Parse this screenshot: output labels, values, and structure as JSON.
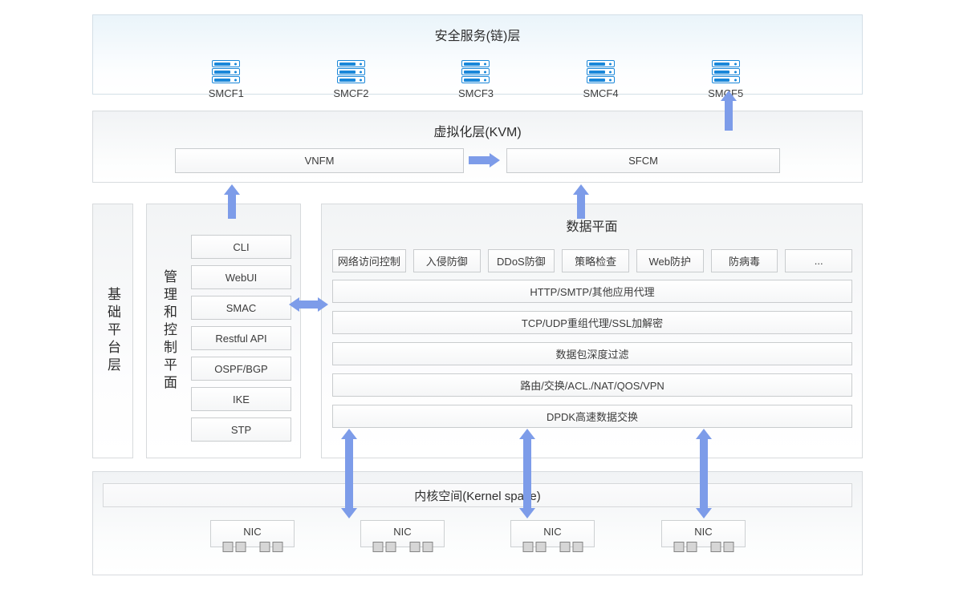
{
  "colors": {
    "arrow_blue": "#7d9ce9",
    "server_icon_blue": "#1a87d9"
  },
  "security_layer": {
    "title": "安全服务(链)层",
    "servers": [
      "SMCF1",
      "SMCF2",
      "SMCF3",
      "SMCF4",
      "SMCF5"
    ]
  },
  "virtualization_layer": {
    "title": "虚拟化层(KVM)",
    "vnfm": "VNFM",
    "sfcm": "SFCM"
  },
  "base_platform_layer": {
    "label": "基础平台层"
  },
  "management_control_plane": {
    "label": "管理和控制平面",
    "modules": [
      "CLI",
      "WebUI",
      "SMAC",
      "Restful API",
      "OSPF/BGP",
      "IKE",
      "STP"
    ]
  },
  "data_plane": {
    "title": "数据平面",
    "security_functions": [
      "网络访问控制",
      "入侵防御",
      "DDoS防御",
      "策略检查",
      "Web防护",
      "防病毒",
      "..."
    ],
    "stack_layers": [
      "HTTP/SMTP/其他应用代理",
      "TCP/UDP重组代理/SSL加解密",
      "数据包深度过滤",
      "路由/交换/ACL./NAT/QOS/VPN",
      "DPDK高速数据交换"
    ]
  },
  "kernel_layer": {
    "title": "内核空间(Kernel space)",
    "nics": [
      "NIC",
      "NIC",
      "NIC",
      "NIC"
    ]
  }
}
